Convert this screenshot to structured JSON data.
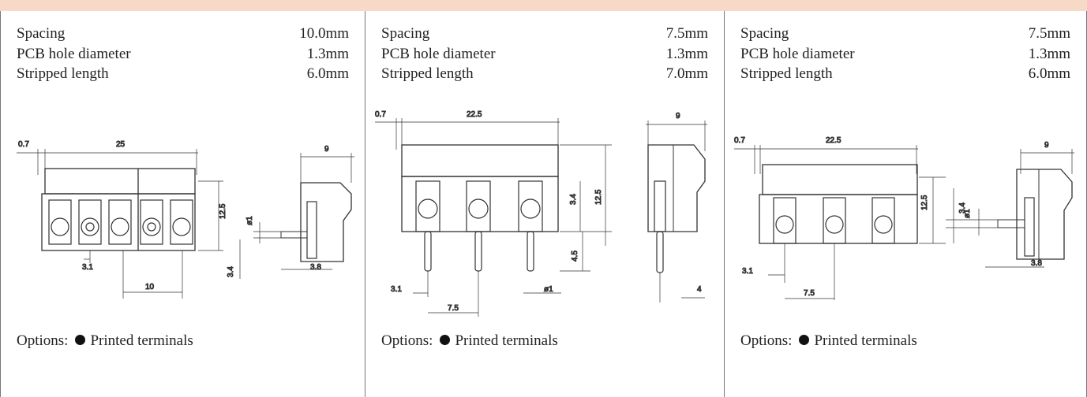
{
  "panels": [
    {
      "specs": [
        {
          "label": "Spacing",
          "value": "10.0mm"
        },
        {
          "label": "PCB hole diameter",
          "value": "1.3mm"
        },
        {
          "label": "Stripped length",
          "value": "6.0mm"
        }
      ],
      "dims": {
        "a": "0.7",
        "b": "25",
        "c": "12.5",
        "d": "ø1",
        "e": "3.4",
        "f": "3.1",
        "g": "10",
        "h": "9",
        "i": "3.8"
      },
      "options_label": "Options:",
      "option": "Printed terminals"
    },
    {
      "specs": [
        {
          "label": "Spacing",
          "value": "7.5mm"
        },
        {
          "label": "PCB hole diameter",
          "value": "1.3mm"
        },
        {
          "label": "Stripped length",
          "value": "7.0mm"
        }
      ],
      "dims": {
        "a": "0.7",
        "b": "22.5",
        "c": "3.4",
        "d": "12.5",
        "e": "4.5",
        "f": "3.1",
        "g": "7.5",
        "h": "ø1",
        "i": "9",
        "j": "4"
      },
      "options_label": "Options:",
      "option": "Printed terminals"
    },
    {
      "specs": [
        {
          "label": "Spacing",
          "value": "7.5mm"
        },
        {
          "label": "PCB hole diameter",
          "value": "1.3mm"
        },
        {
          "label": "Stripped length",
          "value": "6.0mm"
        }
      ],
      "dims": {
        "a": "0.7",
        "b": "22.5",
        "c": "12.5",
        "d": "3.4",
        "e": "ø1",
        "f": "3.1",
        "g": "7.5",
        "h": "9",
        "i": "3.8"
      },
      "options_label": "Options:",
      "option": "Printed terminals"
    }
  ]
}
